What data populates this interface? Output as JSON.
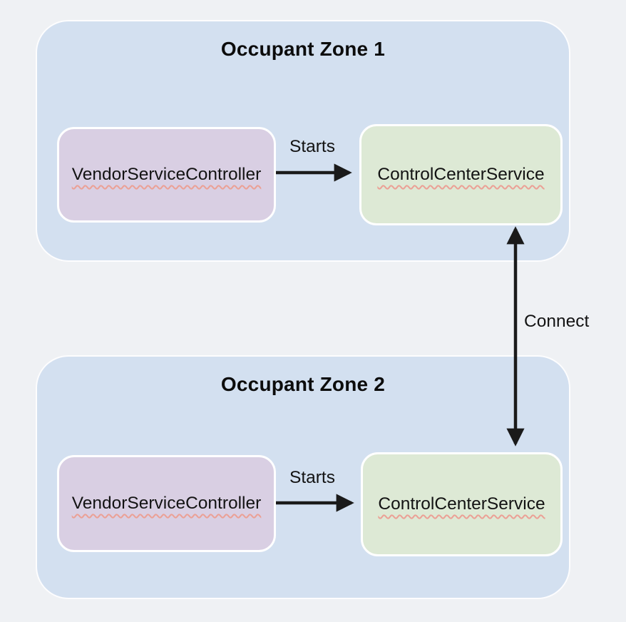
{
  "diagram": {
    "colors": {
      "page_background": "#eff1f4",
      "zone_fill": "#d3e0f0",
      "vendor_node_fill": "#d9cfe3",
      "control_node_fill": "#dde9d5",
      "node_border": "#ffffff",
      "arrow": "#1a1a1a",
      "spellcheck_underline": "#eba095",
      "text": "#131313"
    },
    "zones": [
      {
        "title": "Occupant Zone 1",
        "nodes": [
          {
            "label": "VendorServiceController"
          },
          {
            "label": "ControlCenterService"
          }
        ]
      },
      {
        "title": "Occupant Zone 2",
        "nodes": [
          {
            "label": "VendorServiceController"
          },
          {
            "label": "ControlCenterService"
          }
        ]
      }
    ],
    "edges": [
      {
        "label": "Starts",
        "from": "VendorServiceController (Occupant Zone 1)",
        "to": "ControlCenterService (Occupant Zone 1)",
        "arrow": "single-right"
      },
      {
        "label": "Starts",
        "from": "VendorServiceController (Occupant Zone 2)",
        "to": "ControlCenterService (Occupant Zone 2)",
        "arrow": "single-right"
      },
      {
        "label": "Connect",
        "from": "ControlCenterService (Occupant Zone 1)",
        "to": "ControlCenterService (Occupant Zone 2)",
        "arrow": "double-vertical"
      }
    ]
  }
}
